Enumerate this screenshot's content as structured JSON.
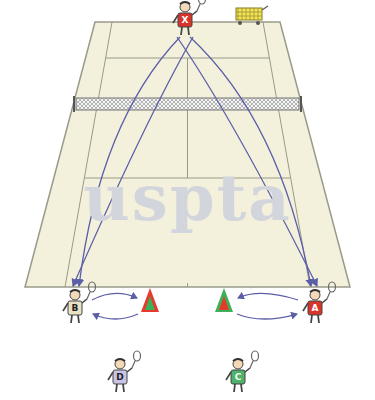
{
  "diagram": {
    "nodes": [
      {
        "text": [
          "X"
        ]
      },
      {
        "text": [
          "B"
        ]
      },
      {
        "text": [
          "A"
        ]
      },
      {
        "text": [
          "D"
        ]
      },
      {
        "text": [
          "C"
        ]
      }
    ],
    "edges": [
      {
        "from": 0,
        "to": 1,
        "arrow": "to"
      },
      {
        "from": 0,
        "to": 2,
        "arrow": "to"
      },
      {
        "from": 0,
        "to": 1,
        "arrow": "to"
      },
      {
        "from": 0,
        "to": 2,
        "arrow": "to"
      }
    ],
    "labels": [
      "uspta"
    ]
  }
}
